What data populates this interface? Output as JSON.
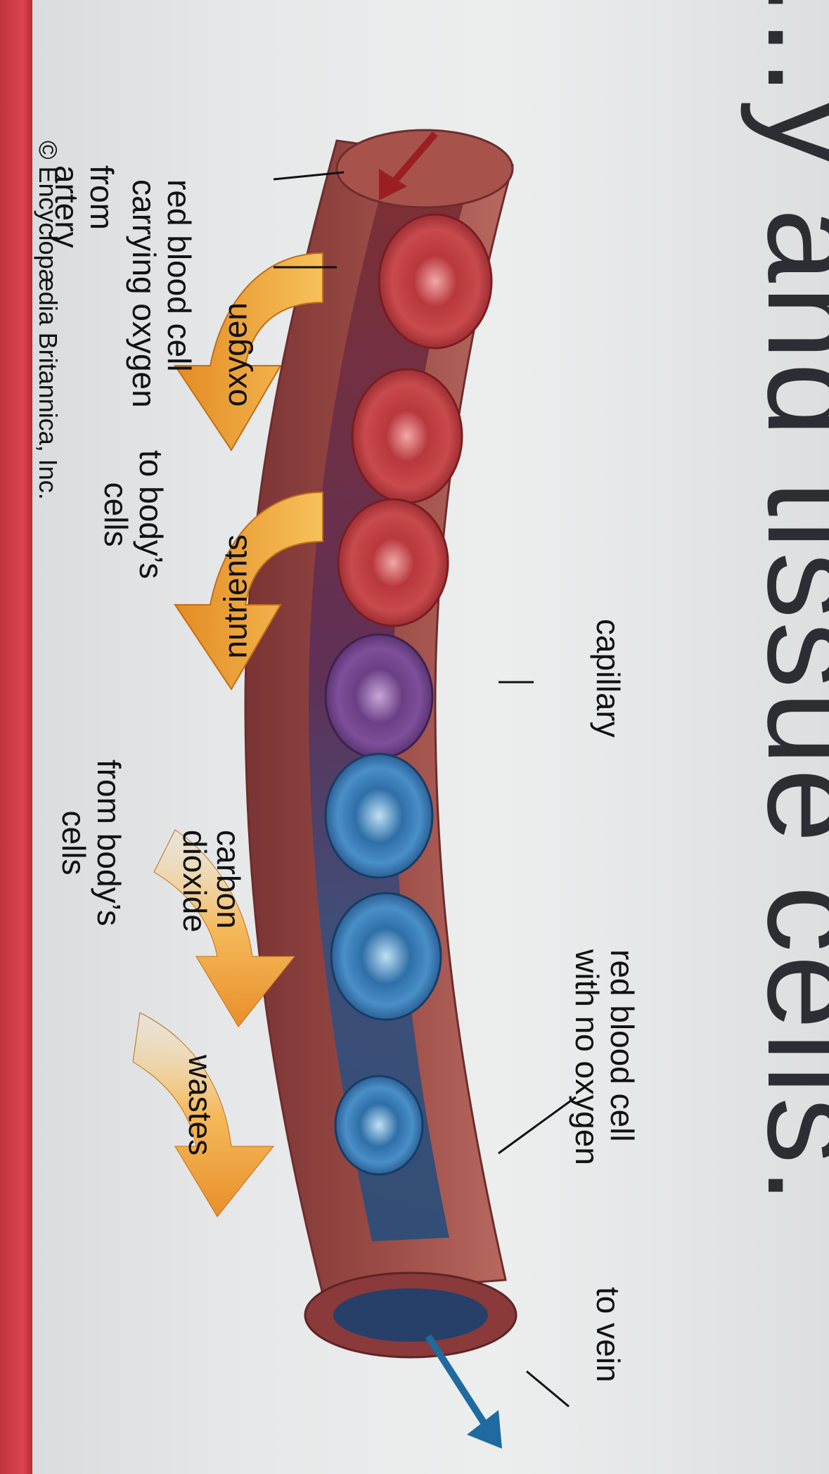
{
  "background_title": "...y and tissue cells.",
  "labels": {
    "red_cell_oxygen": [
      "red blood cell",
      "carrying oxygen"
    ],
    "from_artery": [
      "from",
      "artery"
    ],
    "oxygen": "oxygen",
    "nutrients": "nutrients",
    "to_bodys_cells": [
      "to body’s",
      "cells"
    ],
    "capillary": "capillary",
    "carbon_dioxide": [
      "carbon",
      "dioxide"
    ],
    "wastes": "wastes",
    "from_bodys_cells": [
      "from body’s",
      "cells"
    ],
    "red_cell_no_oxygen": [
      "red blood cell",
      "with no oxygen"
    ],
    "to_vein": "to vein",
    "copyright": "© Encyclopædia Britannica, Inc."
  },
  "colors": {
    "vessel": "#9a4b45",
    "vessel_inner": "#6b2a2e",
    "arrow_orange": "#f0a43a",
    "arrow_red": "#9b1f22",
    "arrow_blue": "#1f6aa0",
    "frame_red": "#d33c47"
  }
}
